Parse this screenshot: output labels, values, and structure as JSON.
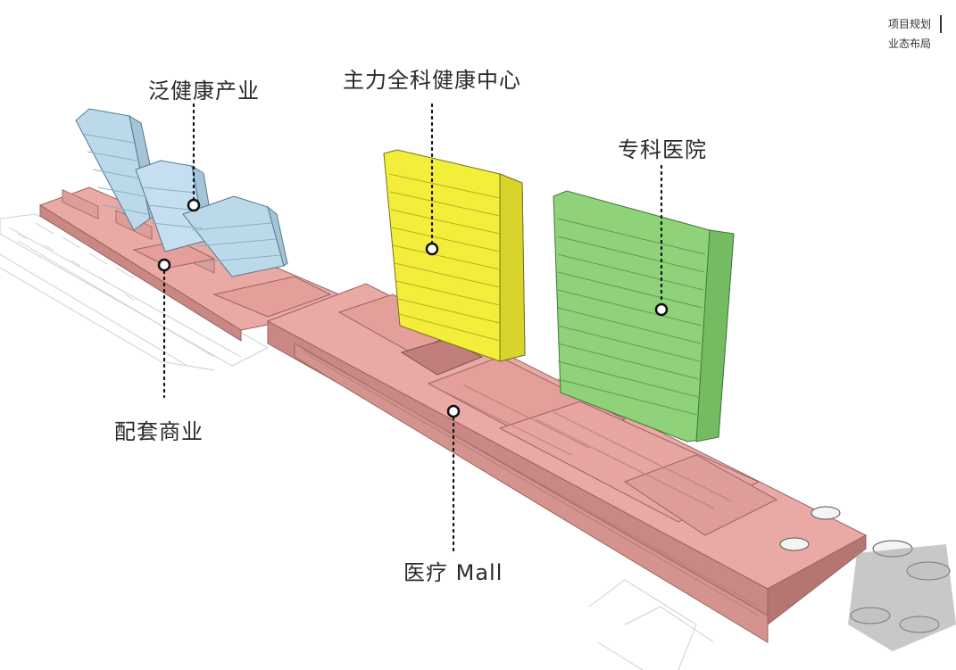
{
  "corner": {
    "line1": "项目规划",
    "line2": "业态布局"
  },
  "labels": {
    "pan_health": "泛健康产业",
    "general_health_center": "主力全科健康中心",
    "specialty_hospital": "专科医院",
    "supporting_commerce": "配套商业",
    "medical_mall": "医疗 Mall"
  },
  "colors": {
    "blue_tower": "#bcd9ea",
    "yellow_tower": "#f2ee3a",
    "green_tower": "#8fd27a",
    "podium_pink": "#e9a9a5",
    "podium_dark": "#c98884",
    "ground_line": "#cccccc"
  }
}
